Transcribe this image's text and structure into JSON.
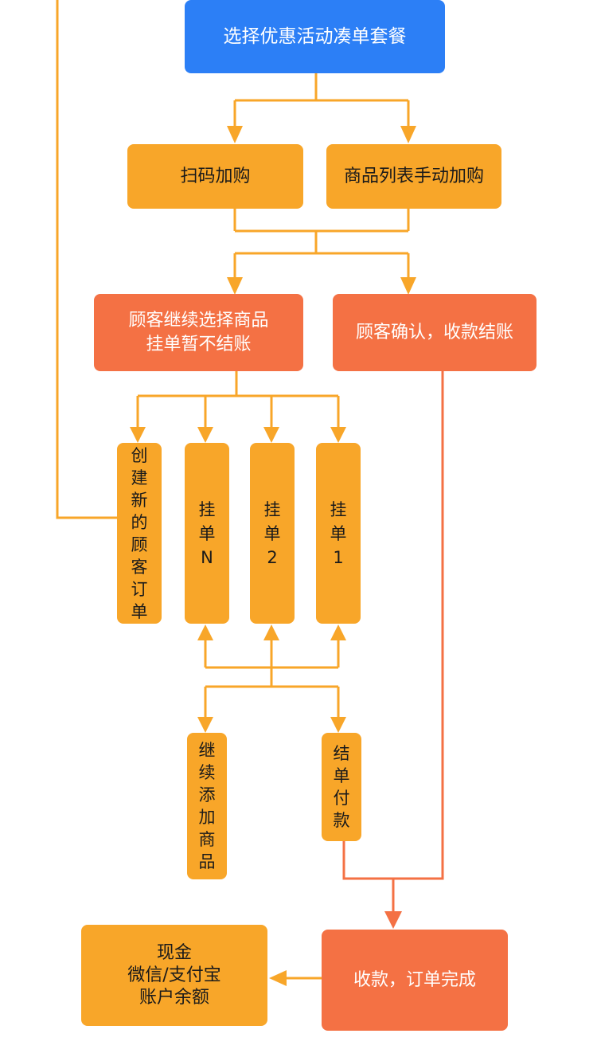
{
  "colors": {
    "blue": "#2c7ff6",
    "orange": "#f8a629",
    "red": "#f47144"
  },
  "nodes": {
    "start": "选择优惠活动凑单套餐",
    "scan": "扫码加购",
    "list": "商品列表手动加购",
    "hold": "顾客继续选择商品\n挂单暂不结账",
    "confirm": "顾客确认，收款结账",
    "new_order": "创建新的顾客订单",
    "hang_n": "挂单N",
    "hang_2": "挂单2",
    "hang_1": "挂单1",
    "continue": "继续添加商品",
    "settle": "结单付款",
    "complete": "收款，订单完成",
    "payment": "现金\n微信/支付宝\n账户余额"
  }
}
